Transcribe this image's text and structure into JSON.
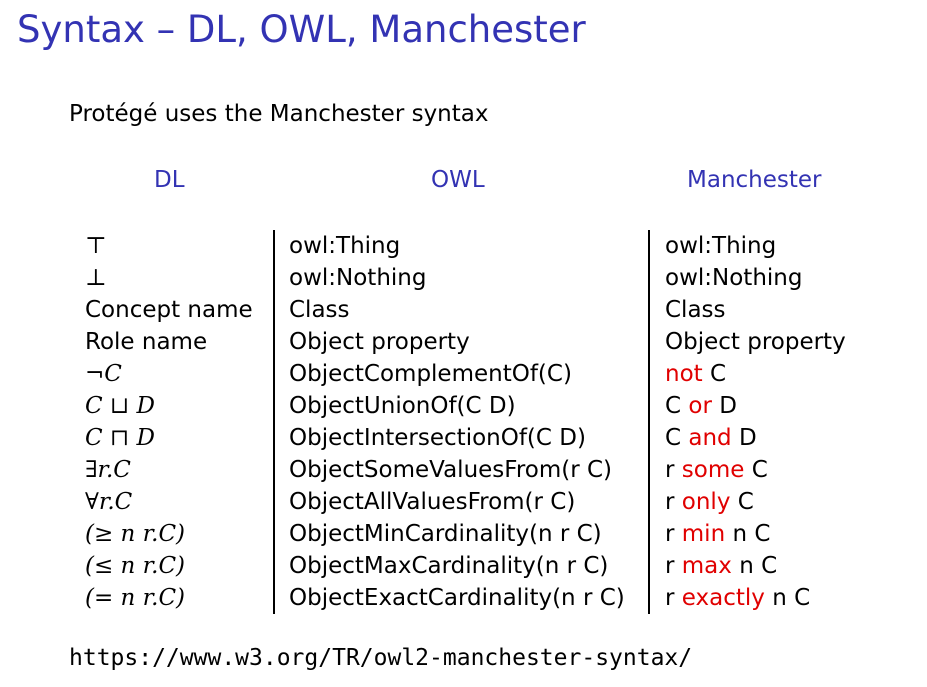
{
  "slide": {
    "title": "Syntax – DL, OWL, Manchester",
    "intro": "Protégé uses the Manchester syntax",
    "url": "https://www.w3.org/TR/owl2-manchester-syntax/"
  },
  "columns": {
    "dl": "DL",
    "owl": "OWL",
    "manchester": "Manchester"
  },
  "colors": {
    "title": "#3333b3",
    "header": "#3333b3",
    "keyword": "#e00000",
    "text": "#000000"
  },
  "rows": [
    {
      "dl": "⊤",
      "owl": "owl:Thing",
      "man_pre": "owl:Thing",
      "man_kw": "",
      "man_post": ""
    },
    {
      "dl": "⊥",
      "owl": "owl:Nothing",
      "man_pre": "owl:Nothing",
      "man_kw": "",
      "man_post": ""
    },
    {
      "dl": "Concept name",
      "owl": "Class",
      "man_pre": "Class",
      "man_kw": "",
      "man_post": ""
    },
    {
      "dl": "Role name",
      "owl": "Object property",
      "man_pre": "Object property",
      "man_kw": "",
      "man_post": ""
    },
    {
      "dl": "¬C",
      "owl": "ObjectComplementOf(C)",
      "man_pre": "",
      "man_kw": "not",
      "man_post": " C"
    },
    {
      "dl": "C ⊔ D",
      "owl": "ObjectUnionOf(C D)",
      "man_pre": "C ",
      "man_kw": "or",
      "man_post": " D"
    },
    {
      "dl": "C ⊓ D",
      "owl": "ObjectIntersectionOf(C D)",
      "man_pre": "C ",
      "man_kw": "and",
      "man_post": " D"
    },
    {
      "dl": "∃r.C",
      "owl": "ObjectSomeValuesFrom(r C)",
      "man_pre": "r ",
      "man_kw": "some",
      "man_post": " C"
    },
    {
      "dl": "∀r.C",
      "owl": "ObjectAllValuesFrom(r C)",
      "man_pre": "r ",
      "man_kw": "only",
      "man_post": " C"
    },
    {
      "dl": "(≥ n r.C)",
      "owl": "ObjectMinCardinality(n r C)",
      "man_pre": "r ",
      "man_kw": "min",
      "man_post": " n C"
    },
    {
      "dl": "(≤ n r.C)",
      "owl": "ObjectMaxCardinality(n r C)",
      "man_pre": "r ",
      "man_kw": "max",
      "man_post": " n C"
    },
    {
      "dl": "(= n r.C)",
      "owl": "ObjectExactCardinality(n r C)",
      "man_pre": "r ",
      "man_kw": "exactly",
      "man_post": " n C"
    }
  ]
}
